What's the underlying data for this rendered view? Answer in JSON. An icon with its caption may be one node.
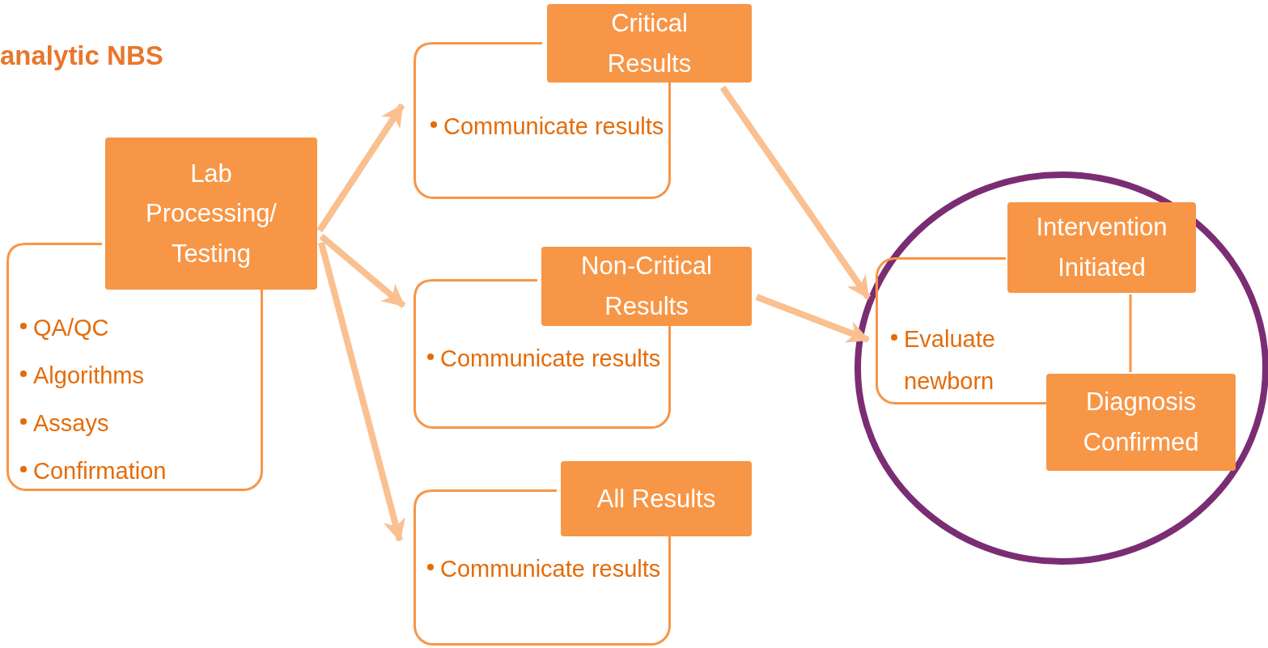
{
  "diagram": {
    "title": "analytic NBS",
    "nodes": [
      {
        "text": [
          "Lab Processing/ Testing"
        ]
      },
      {
        "text": [
          "QA/QC",
          "Algorithms",
          "Assays",
          "Confirmation"
        ]
      },
      {
        "text": [
          "Critical Results"
        ]
      },
      {
        "text": [
          "Communicate results"
        ]
      },
      {
        "text": [
          "Non-Critical Results"
        ]
      },
      {
        "text": [
          "Communicate results"
        ]
      },
      {
        "text": [
          "All Results"
        ]
      },
      {
        "text": [
          "Communicate results"
        ]
      },
      {
        "text": [
          "Intervention Initiated"
        ]
      },
      {
        "text": [
          "Evaluate newborn"
        ]
      },
      {
        "text": [
          "Diagnosis Confirmed"
        ]
      }
    ],
    "edges": [
      {
        "from": 0,
        "to": 3,
        "arrow": "to"
      },
      {
        "from": 0,
        "to": 5,
        "arrow": "to"
      },
      {
        "from": 0,
        "to": 7,
        "arrow": "to"
      },
      {
        "from": 2,
        "to": 9,
        "arrow": "to"
      },
      {
        "from": 4,
        "to": 9,
        "arrow": "to"
      }
    ]
  }
}
